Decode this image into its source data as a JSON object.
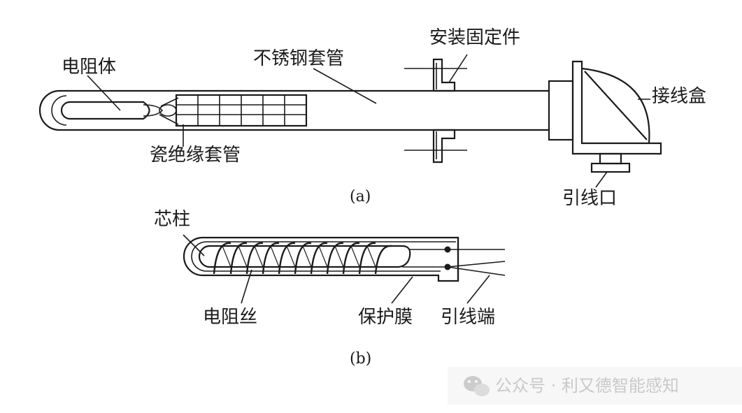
{
  "figure_a": {
    "caption": "(a)",
    "labels": {
      "resistor_body": "电阻体",
      "stainless_sheath": "不锈钢套管",
      "mounting_fixture": "安装固定件",
      "junction_box": "接线盒",
      "ceramic_sleeve": "瓷绝缘套管",
      "lead_outlet": "引线口"
    }
  },
  "figure_b": {
    "caption": "(b)",
    "labels": {
      "core_pillar": "芯柱",
      "resistance_wire": "电阻丝",
      "protective_film": "保护膜",
      "lead_terminal": "引线端"
    }
  },
  "watermark": {
    "icon": "wechat-icon",
    "text": "公众号 · 利又德智能感知"
  }
}
